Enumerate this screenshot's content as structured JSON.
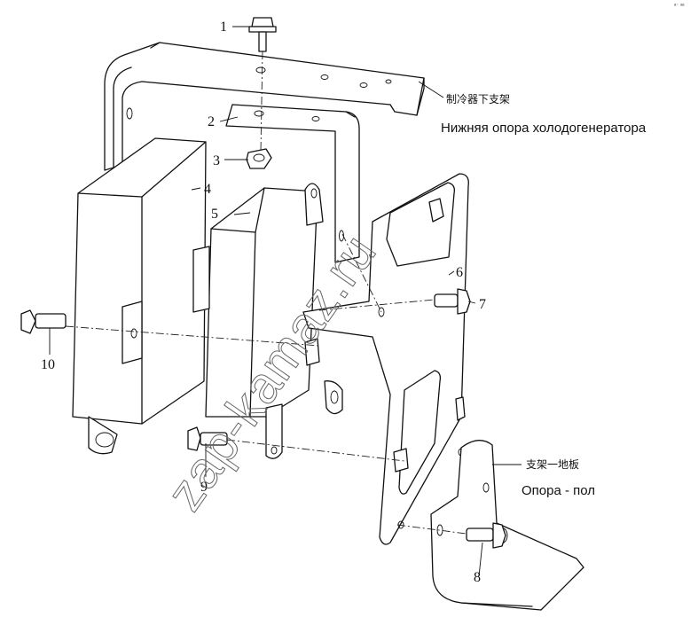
{
  "parts": [
    {
      "id": "1"
    },
    {
      "id": "2"
    },
    {
      "id": "3"
    },
    {
      "id": "4"
    },
    {
      "id": "5"
    },
    {
      "id": "6"
    },
    {
      "id": "7"
    },
    {
      "id": "8"
    },
    {
      "id": "9"
    },
    {
      "id": "10"
    }
  ],
  "labels": {
    "bracket_cn": "制冷器下支架",
    "bracket_ru": "Нижняя опора холодогенератора",
    "floor_cn": "支架一地板",
    "floor_ru": "Опора - пол"
  },
  "watermark": "zap-kamaz.ru",
  "corner_mark": "ᵃ⁻ ᵃᵃ"
}
